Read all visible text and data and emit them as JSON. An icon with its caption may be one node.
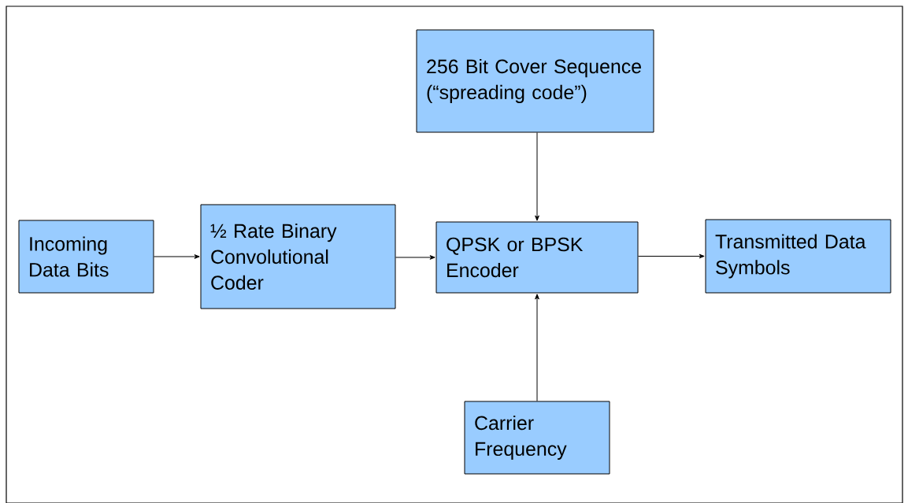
{
  "diagram": {
    "nodes": [
      {
        "text": [
          "256 Bit Cover Sequence (“spreading code”)"
        ]
      },
      {
        "text": [
          "Incoming Data Bits"
        ]
      },
      {
        "text": [
          "½ Rate Binary Convolutional Coder"
        ]
      },
      {
        "text": [
          "QPSK or BPSK Encoder"
        ]
      },
      {
        "text": [
          "Transmitted Data Symbols"
        ]
      },
      {
        "text": [
          "Carrier Frequency"
        ]
      }
    ],
    "edges": [
      {
        "from": 1,
        "to": 2,
        "arrow": "to"
      },
      {
        "from": 2,
        "to": 3,
        "arrow": "to"
      },
      {
        "from": 0,
        "to": 3,
        "arrow": "to"
      },
      {
        "from": 3,
        "to": 4,
        "arrow": "to"
      },
      {
        "from": 5,
        "to": 3,
        "arrow": "to"
      }
    ]
  }
}
